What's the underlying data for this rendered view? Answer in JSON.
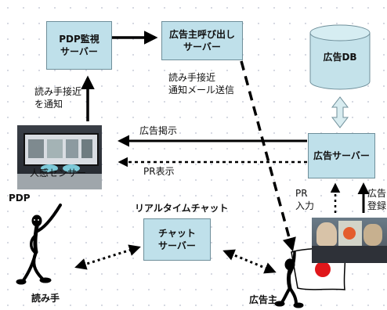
{
  "boxes": {
    "pdp_monitor_server": [
      "PDP監視",
      "サーバー"
    ],
    "ad_call_server": [
      "広告主呼び出し",
      "サーバー"
    ],
    "ad_db": "広告DB",
    "ad_server": "広告サーバー",
    "chat_server": [
      "チャット",
      "サーバー"
    ]
  },
  "labels": {
    "notify_reader": [
      "読み手接近",
      "を通知"
    ],
    "notify_mail": [
      "読み手接近",
      "通知メール送信"
    ],
    "ad_post": "広告掲示",
    "pr_display": "PR表示",
    "pr_input": [
      "PR",
      "入力"
    ],
    "ad_register": [
      "広告",
      "登録"
    ],
    "realtime_chat": "リアルタイムチャット",
    "pdp": "PDP",
    "sensor": "人感センサー",
    "reader": "読み手",
    "advertiser": "広告主"
  },
  "colors": {
    "box_fill": "#bfe0ea",
    "box_border": "#6f8f9a",
    "arrow": "#000000",
    "db_fill": "#c4e2ea"
  }
}
